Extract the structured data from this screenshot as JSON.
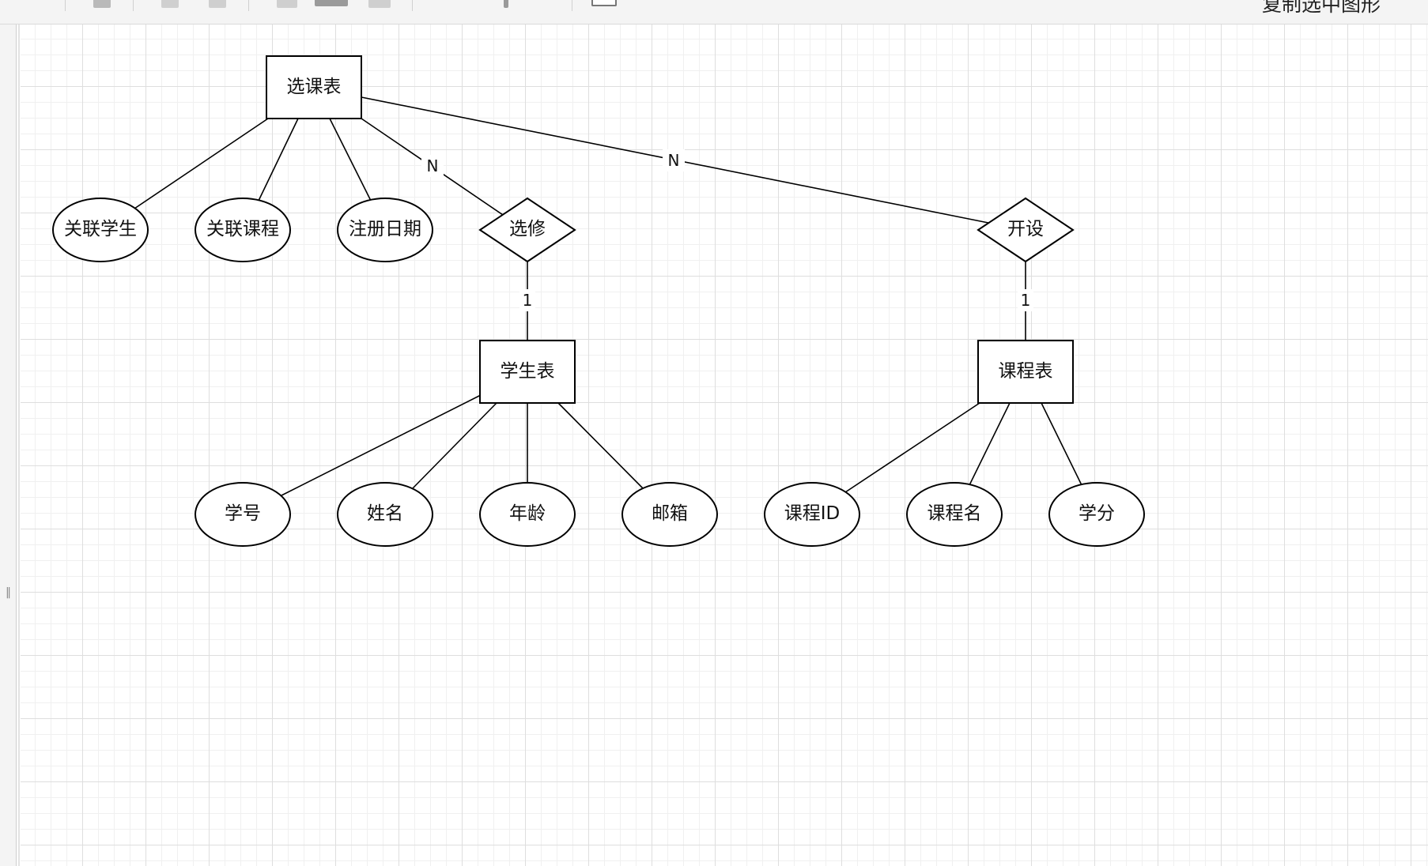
{
  "toolbar": {
    "status_text": "复制选中图形"
  },
  "sidebar": {
    "collapse_handle": "‖"
  },
  "diagram": {
    "entities": [
      {
        "id": "xuankebiao",
        "label": "选课表"
      },
      {
        "id": "xueshengbiao",
        "label": "学生表"
      },
      {
        "id": "kechengbiao",
        "label": "课程表"
      }
    ],
    "relationships": [
      {
        "id": "xuanxiu",
        "label": "选修"
      },
      {
        "id": "kaishe",
        "label": "开设"
      }
    ],
    "attributes": [
      {
        "id": "guanlian-xuesheng",
        "label": "关联学生",
        "of": "xuankebiao"
      },
      {
        "id": "guanlian-kecheng",
        "label": "关联课程",
        "of": "xuankebiao"
      },
      {
        "id": "zhuce-riqi",
        "label": "注册日期",
        "of": "xuankebiao"
      },
      {
        "id": "xuehao",
        "label": "学号",
        "of": "xueshengbiao"
      },
      {
        "id": "xingming",
        "label": "姓名",
        "of": "xueshengbiao"
      },
      {
        "id": "nianling",
        "label": "年龄",
        "of": "xueshengbiao"
      },
      {
        "id": "youxiang",
        "label": "邮箱",
        "of": "xueshengbiao"
      },
      {
        "id": "kecheng-id",
        "label": "课程ID",
        "of": "kechengbiao"
      },
      {
        "id": "kecheng-ming",
        "label": "课程名",
        "of": "kechengbiao"
      },
      {
        "id": "xuefen",
        "label": "学分",
        "of": "kechengbiao"
      }
    ],
    "links": [
      {
        "from": "xuankebiao",
        "to": "xuanxiu",
        "cardinality": "N"
      },
      {
        "from": "xuankebiao",
        "to": "kaishe",
        "cardinality": "N"
      },
      {
        "from": "xuanxiu",
        "to": "xueshengbiao",
        "cardinality": "1"
      },
      {
        "from": "kaishe",
        "to": "kechengbiao",
        "cardinality": "1"
      }
    ]
  }
}
